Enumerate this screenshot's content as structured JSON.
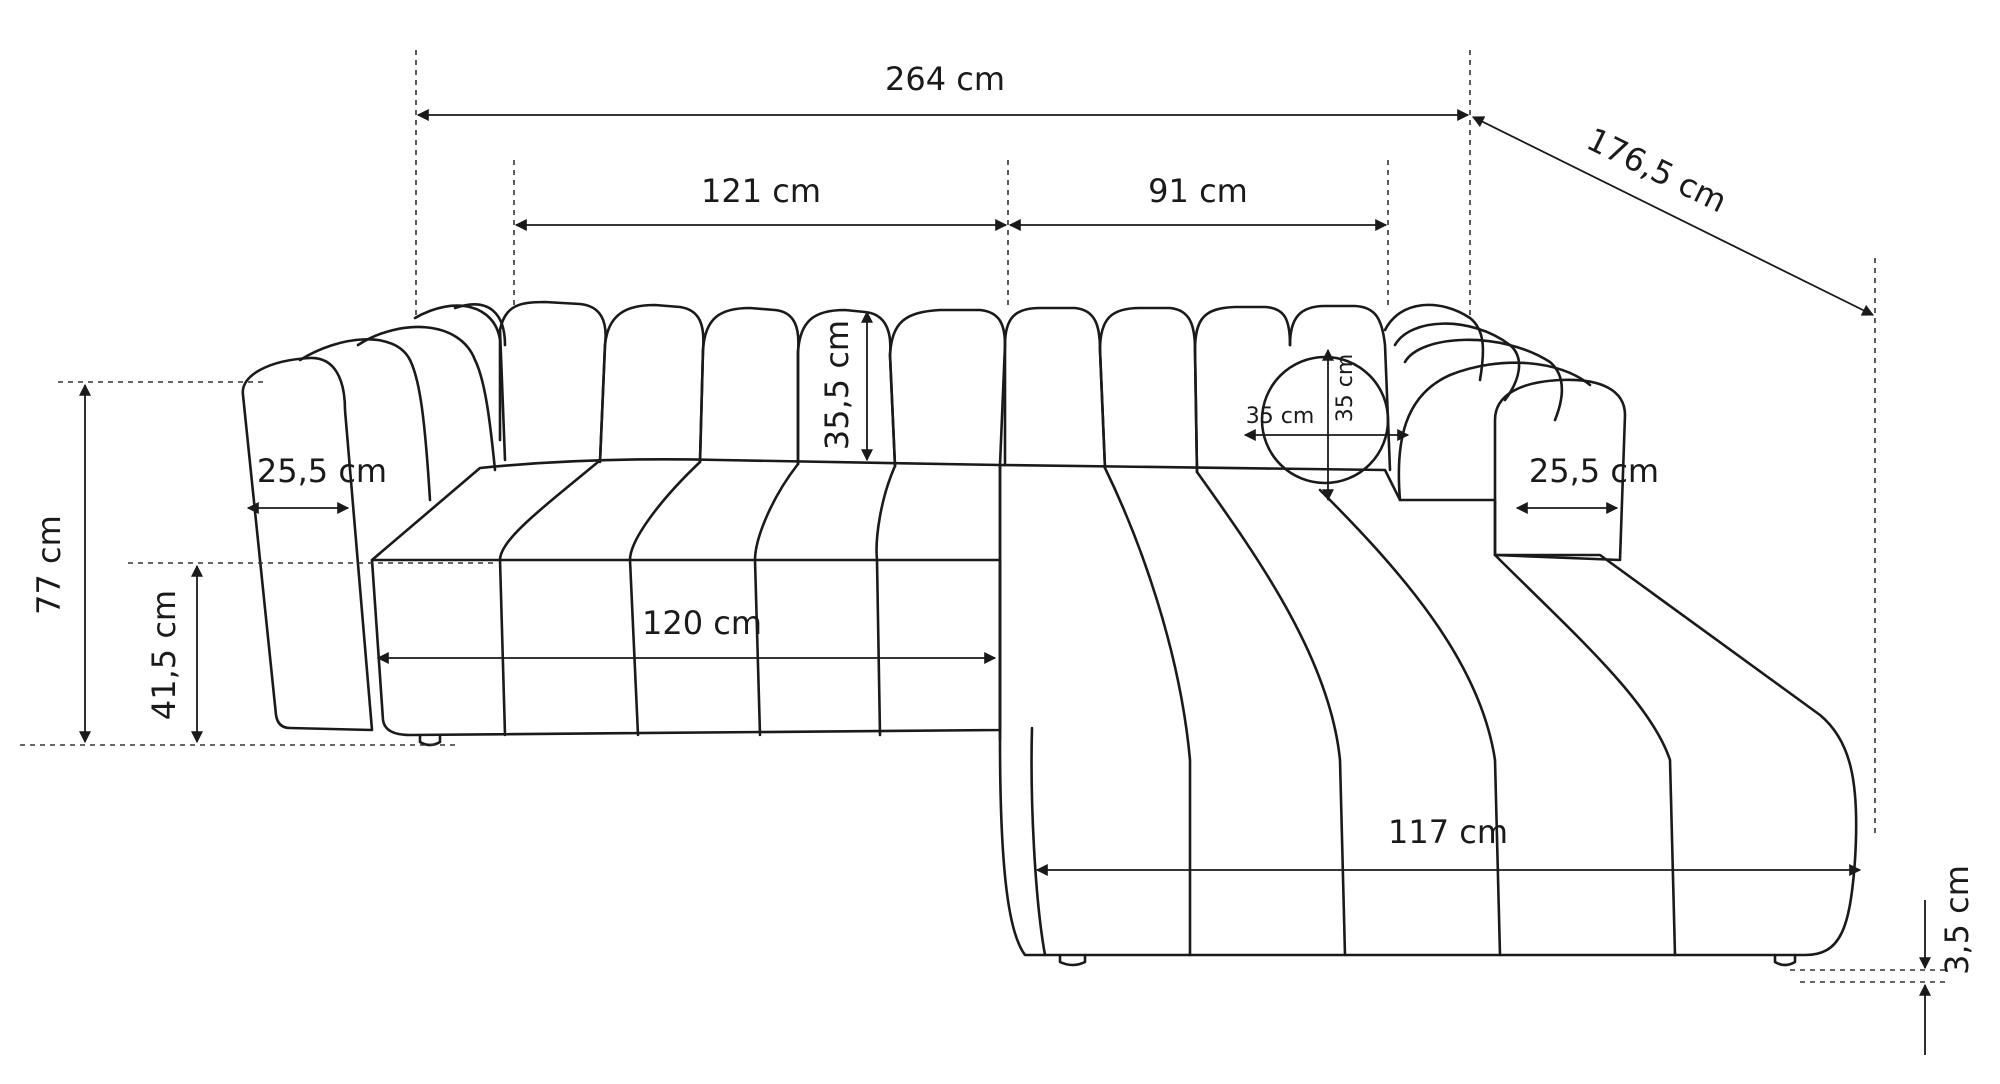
{
  "diagram": {
    "colors": {
      "line": "#1a1a1a",
      "background": "#ffffff"
    },
    "dimensions": {
      "total_width": "264 cm",
      "back_left": "121 cm",
      "back_right": "91 cm",
      "chaise_depth": "176,5 cm",
      "height_total": "77 cm",
      "seat_height": "41,5 cm",
      "backrest_height": "35,5 cm",
      "arm_width_left": "25,5 cm",
      "arm_width_right": "25,5 cm",
      "pillow_width": "35 cm",
      "pillow_height": "35 cm",
      "seat_width": "120 cm",
      "chaise_width": "117 cm",
      "leg_height": "3,5 cm"
    }
  }
}
